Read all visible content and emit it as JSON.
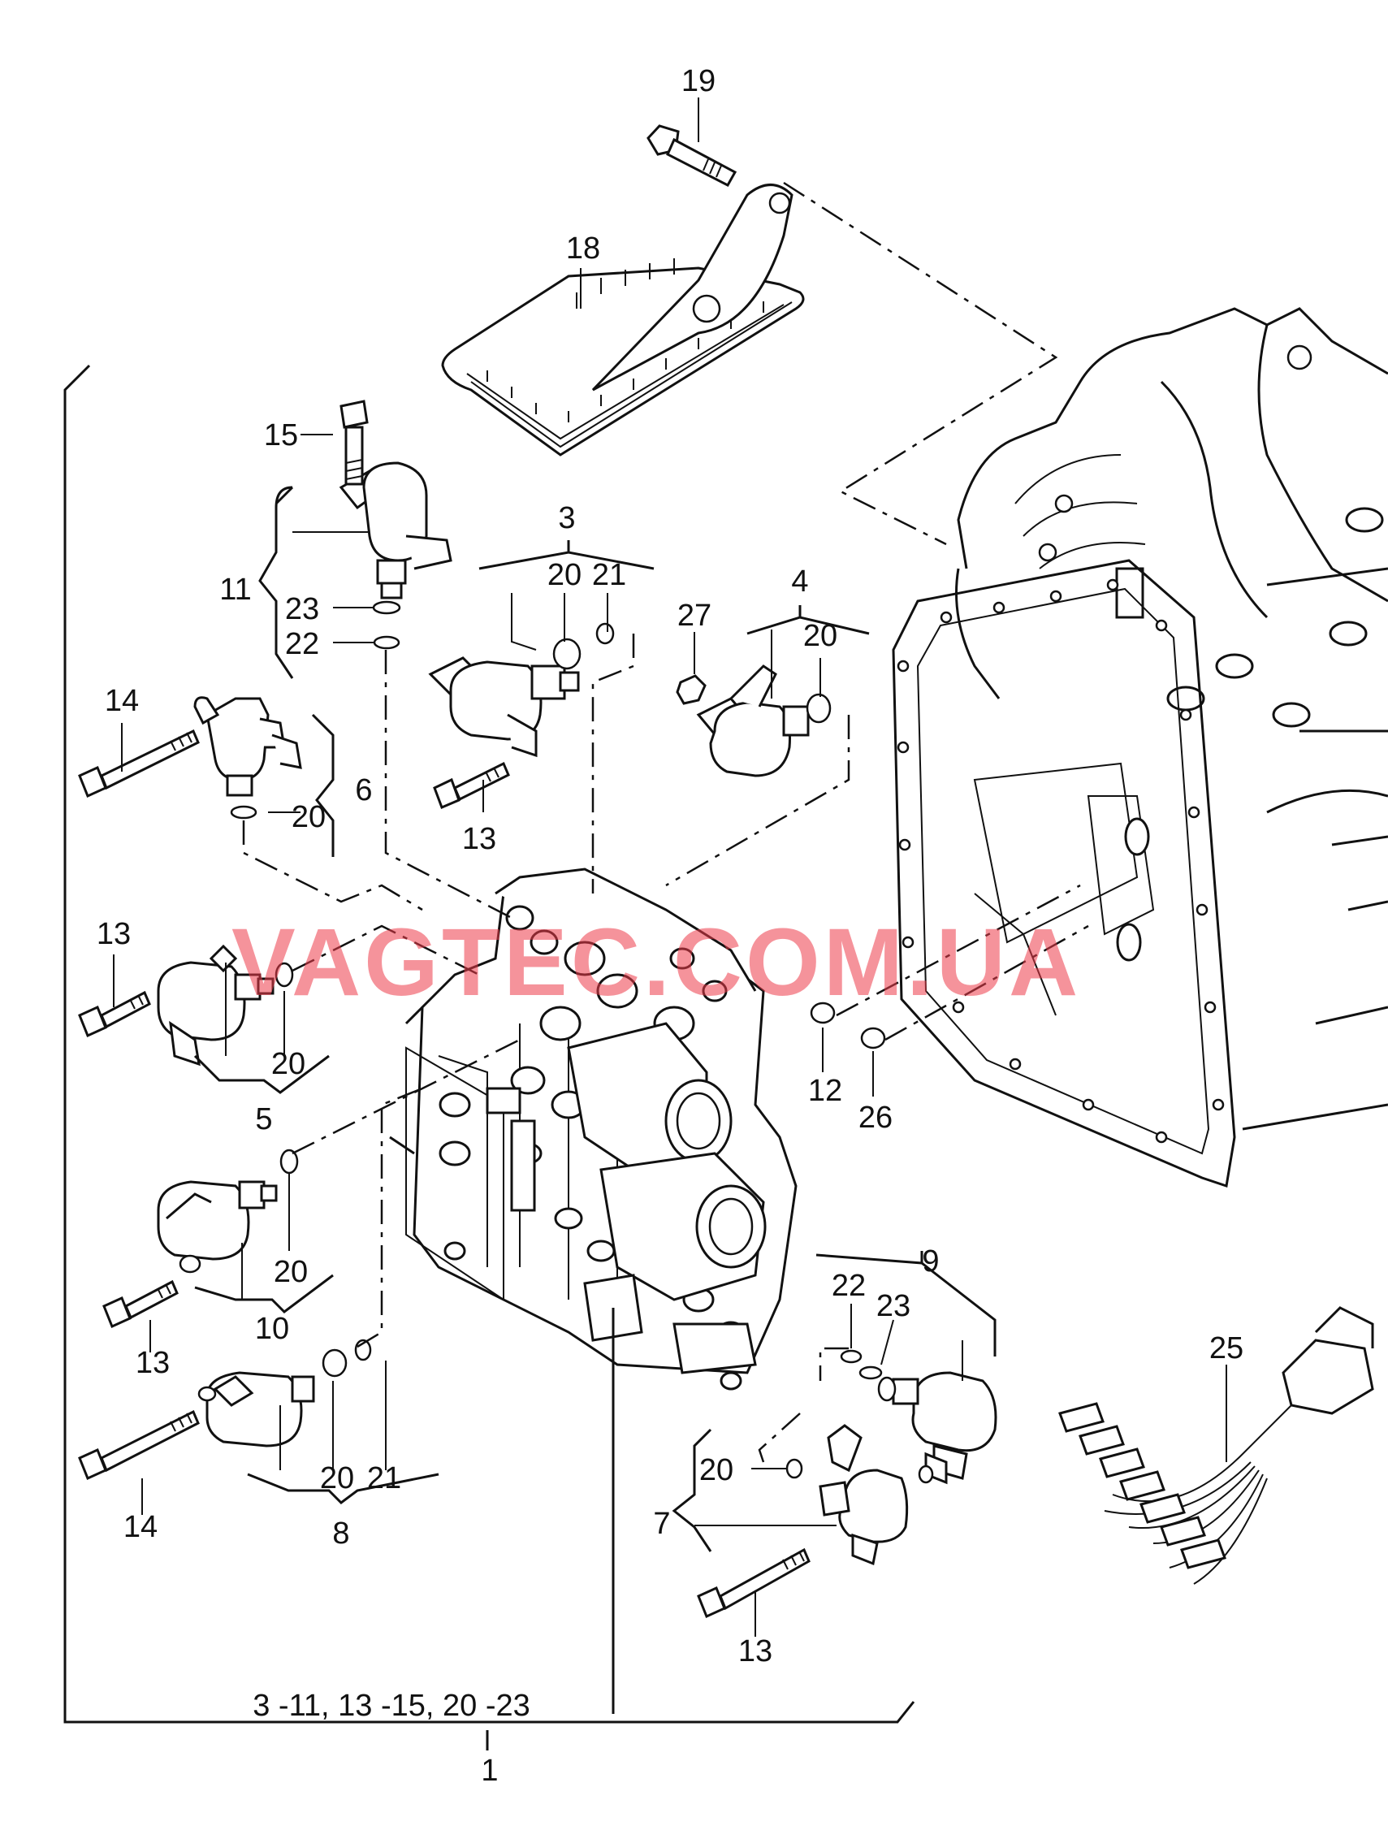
{
  "watermark": "VAGTEC.COM.UA",
  "group_note": "3 -11, 13 -15, 20 -23",
  "callouts": {
    "p1": "1",
    "p3": "3",
    "p4": "4",
    "p5": "5",
    "p6": "6",
    "p7": "7",
    "p8": "8",
    "p9": "9",
    "p10": "10",
    "p11": "11",
    "p12": "12",
    "p13a": "13",
    "p13b": "13",
    "p13c": "13",
    "p13d": "13",
    "p14a": "14",
    "p14b": "14",
    "p15": "15",
    "p18": "18",
    "p19": "19",
    "p20a": "20",
    "p20b": "20",
    "p20c": "20",
    "p20d": "20",
    "p20e": "20",
    "p20f": "20",
    "p20g": "20",
    "p21a": "21",
    "p21b": "21",
    "p22a": "22",
    "p22b": "22",
    "p23a": "23",
    "p23b": "23",
    "p25": "25",
    "p26": "26",
    "p27": "27"
  }
}
